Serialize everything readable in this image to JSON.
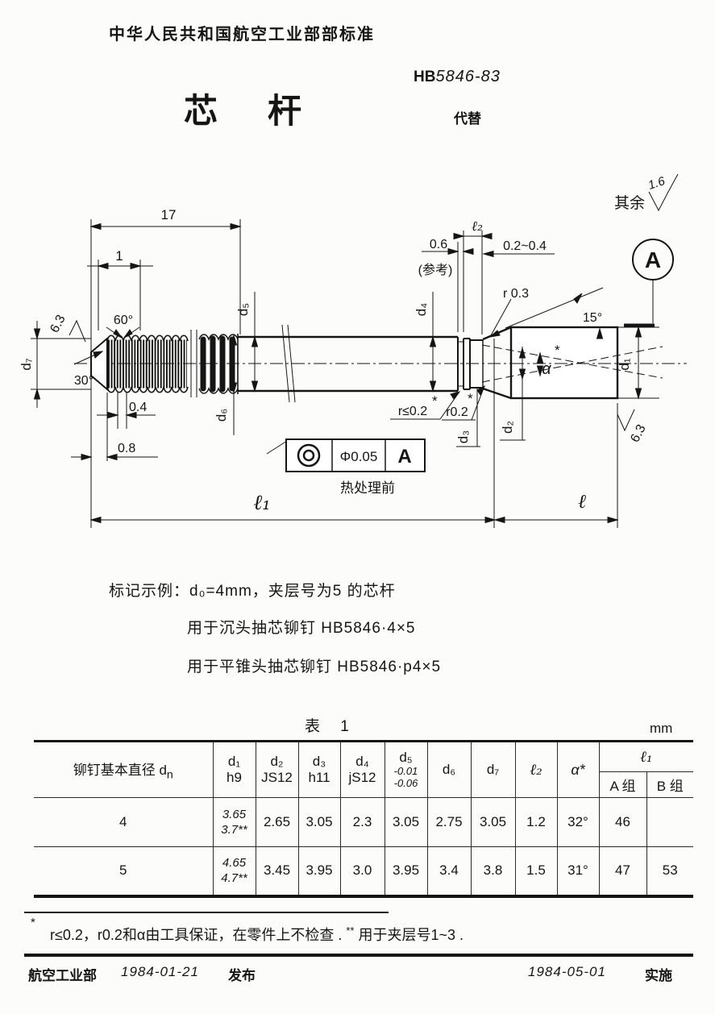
{
  "header": {
    "org_line": "中华人民共和国航空工业部部标准",
    "std_prefix": "HB",
    "std_num": "5846-83",
    "title": "芯杆",
    "replaces_label": "代替"
  },
  "drawing": {
    "dim17": "17",
    "dim1": "1",
    "rough_left": "6.3",
    "deg60": "60°",
    "deg30": "30°",
    "d7": "d₇",
    "dim04": "0.4",
    "dim08": "0.8",
    "d6": "d₆",
    "d5": "d₅",
    "d4": "d₄",
    "dim06": "0.6",
    "ref_note": "(参考)",
    "l2": "ℓ₂",
    "dim0204": "0.2~0.4",
    "r03": "r 0.3",
    "deg15": "15°",
    "alpha": "α",
    "star": "*",
    "dstar": "**",
    "qiyu": "其余",
    "qiyu_val": "1.6",
    "datum": "A",
    "d1": "d₁",
    "rough_right": "6.3",
    "rle02": "r≤0.2",
    "r02": "r0.2",
    "d3": "d₃",
    "d2": "d₂",
    "tol_phi": "Φ0.05",
    "tol_datum": "A",
    "l1": "ℓ₁",
    "heat": "热处理前",
    "l": "ℓ"
  },
  "marking": {
    "line1": "标记示例：d₀=4mm，夹层号为5 的芯杆",
    "line2": "用于沉头抽芯铆钉 HB5846·4×5",
    "line3": "用于平锥头抽芯铆钉 HB5846·p4×5"
  },
  "table": {
    "caption": "表 1",
    "unit": "mm",
    "col1_prefix": "铆钉基本直径 d",
    "col1_sub": "n",
    "cols": {
      "d1_sym": "d₁",
      "d1_tol": "h9",
      "d2_sym": "d₂",
      "d2_tol": "JS12",
      "d3_sym": "d₃",
      "d3_tol": "h11",
      "d4_sym": "d₄",
      "d4_tol": "jS12",
      "d5_sym": "d₅",
      "d5_tol1": "-0.01",
      "d5_tol2": "-0.06",
      "d6_sym": "d₆",
      "d7_sym": "d₇",
      "l2_sym": "ℓ₂",
      "alpha_sym": "α*",
      "l1_sym": "ℓ₁",
      "l1_a": "A 组",
      "l1_b": "B 组"
    },
    "rows": [
      {
        "dia": "4",
        "d1a": "3.65",
        "d1b": "3.7**",
        "d2": "2.65",
        "d3": "3.05",
        "d4": "2.3",
        "d5": "3.05",
        "d6": "2.75",
        "d7": "3.05",
        "l2": "1.2",
        "alpha": "32°",
        "la": "46",
        "lb": ""
      },
      {
        "dia": "5",
        "d1a": "4.65",
        "d1b": "4.7**",
        "d2": "3.45",
        "d3": "3.95",
        "d4": "3.0",
        "d5": "3.95",
        "d6": "3.4",
        "d7": "3.8",
        "l2": "1.5",
        "alpha": "31°",
        "la": "47",
        "lb": "53"
      }
    ]
  },
  "footnote": {
    "star": "*",
    "text1": "r≤0.2，r0.2和α由工具保证，在零件上不检查 .",
    "dstar": "**",
    "text2": "用于夹层号1~3 ."
  },
  "footer": {
    "issuer": "航空工业部",
    "issue_date": "1984-01-21",
    "publish_label": "发布",
    "impl_date": "1984-05-01",
    "impl_label": "实施"
  }
}
